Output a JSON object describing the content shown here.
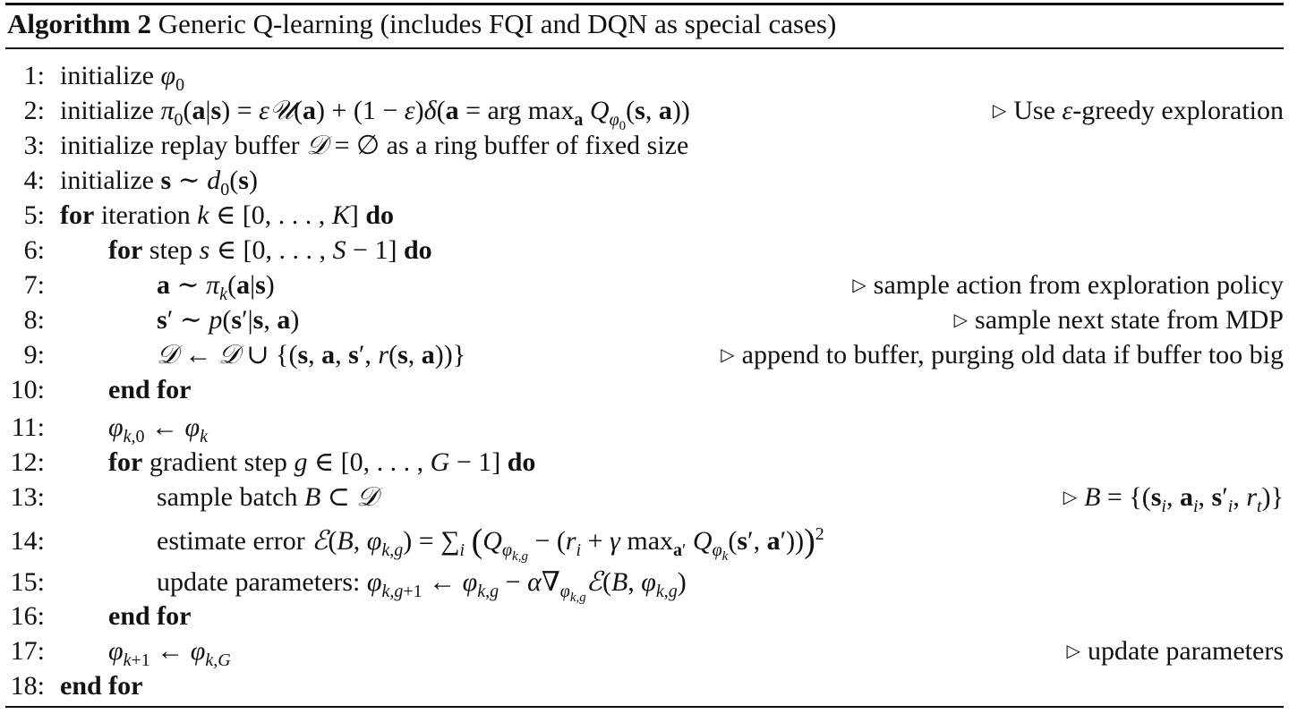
{
  "algorithm": {
    "label": "Algorithm 2",
    "title": "Generic Q-learning (includes FQI and DQN as special cases)"
  },
  "keywords": {
    "for": "for",
    "do": "do",
    "end_for": "end for"
  },
  "lines": [
    {
      "num": "1:",
      "text": "initialize",
      "math": "φ0"
    },
    {
      "num": "2:",
      "text": "initialize",
      "math": "π0(a|s) = εU(a) + (1 − ε)δ(a = arg maxa Qφ0(s, a))",
      "comment": "Use ε-greedy exploration"
    },
    {
      "num": "3:",
      "text": "initialize replay buffer D = ∅ as a ring buffer of fixed size"
    },
    {
      "num": "4:",
      "text": "initialize",
      "math": "s ∼ d0(s)"
    },
    {
      "num": "5:",
      "text": "iteration",
      "math": "k ∈ [0, . . . , K]"
    },
    {
      "num": "6:",
      "text": "step",
      "math": "s ∈ [0, . . . , S − 1]"
    },
    {
      "num": "7:",
      "math": "a ∼ πk(a|s)",
      "comment": "sample action from exploration policy"
    },
    {
      "num": "8:",
      "math": "s′ ∼ p(s′|s, a)",
      "comment": "sample next state from MDP"
    },
    {
      "num": "9:",
      "math": "D ← D ∪ {(s, a, s′, r(s, a))}",
      "comment": "append to buffer, purging old data if buffer too big"
    },
    {
      "num": "10:"
    },
    {
      "num": "11:",
      "math": "φk,0 ← φk"
    },
    {
      "num": "12:",
      "text": "gradient step",
      "math": "g ∈ [0, . . . , G − 1]"
    },
    {
      "num": "13:",
      "text": "sample batch",
      "math": "B ⊂ D",
      "comment": "B = {(si, ai, s′i, rt)}"
    },
    {
      "num": "14:",
      "text": "estimate error",
      "math": "E(B, φk,g) = Σi (Qφk,g − (ri + γ maxa′ Qφk(s′, a′)))²"
    },
    {
      "num": "15:",
      "text": "update parameters:",
      "math": "φk,g+1 ← φk,g − α∇φk,g E(B, φk,g)"
    },
    {
      "num": "16:"
    },
    {
      "num": "17:",
      "math": "φk+1 ← φk,G",
      "comment": "update parameters"
    },
    {
      "num": "18:"
    }
  ]
}
